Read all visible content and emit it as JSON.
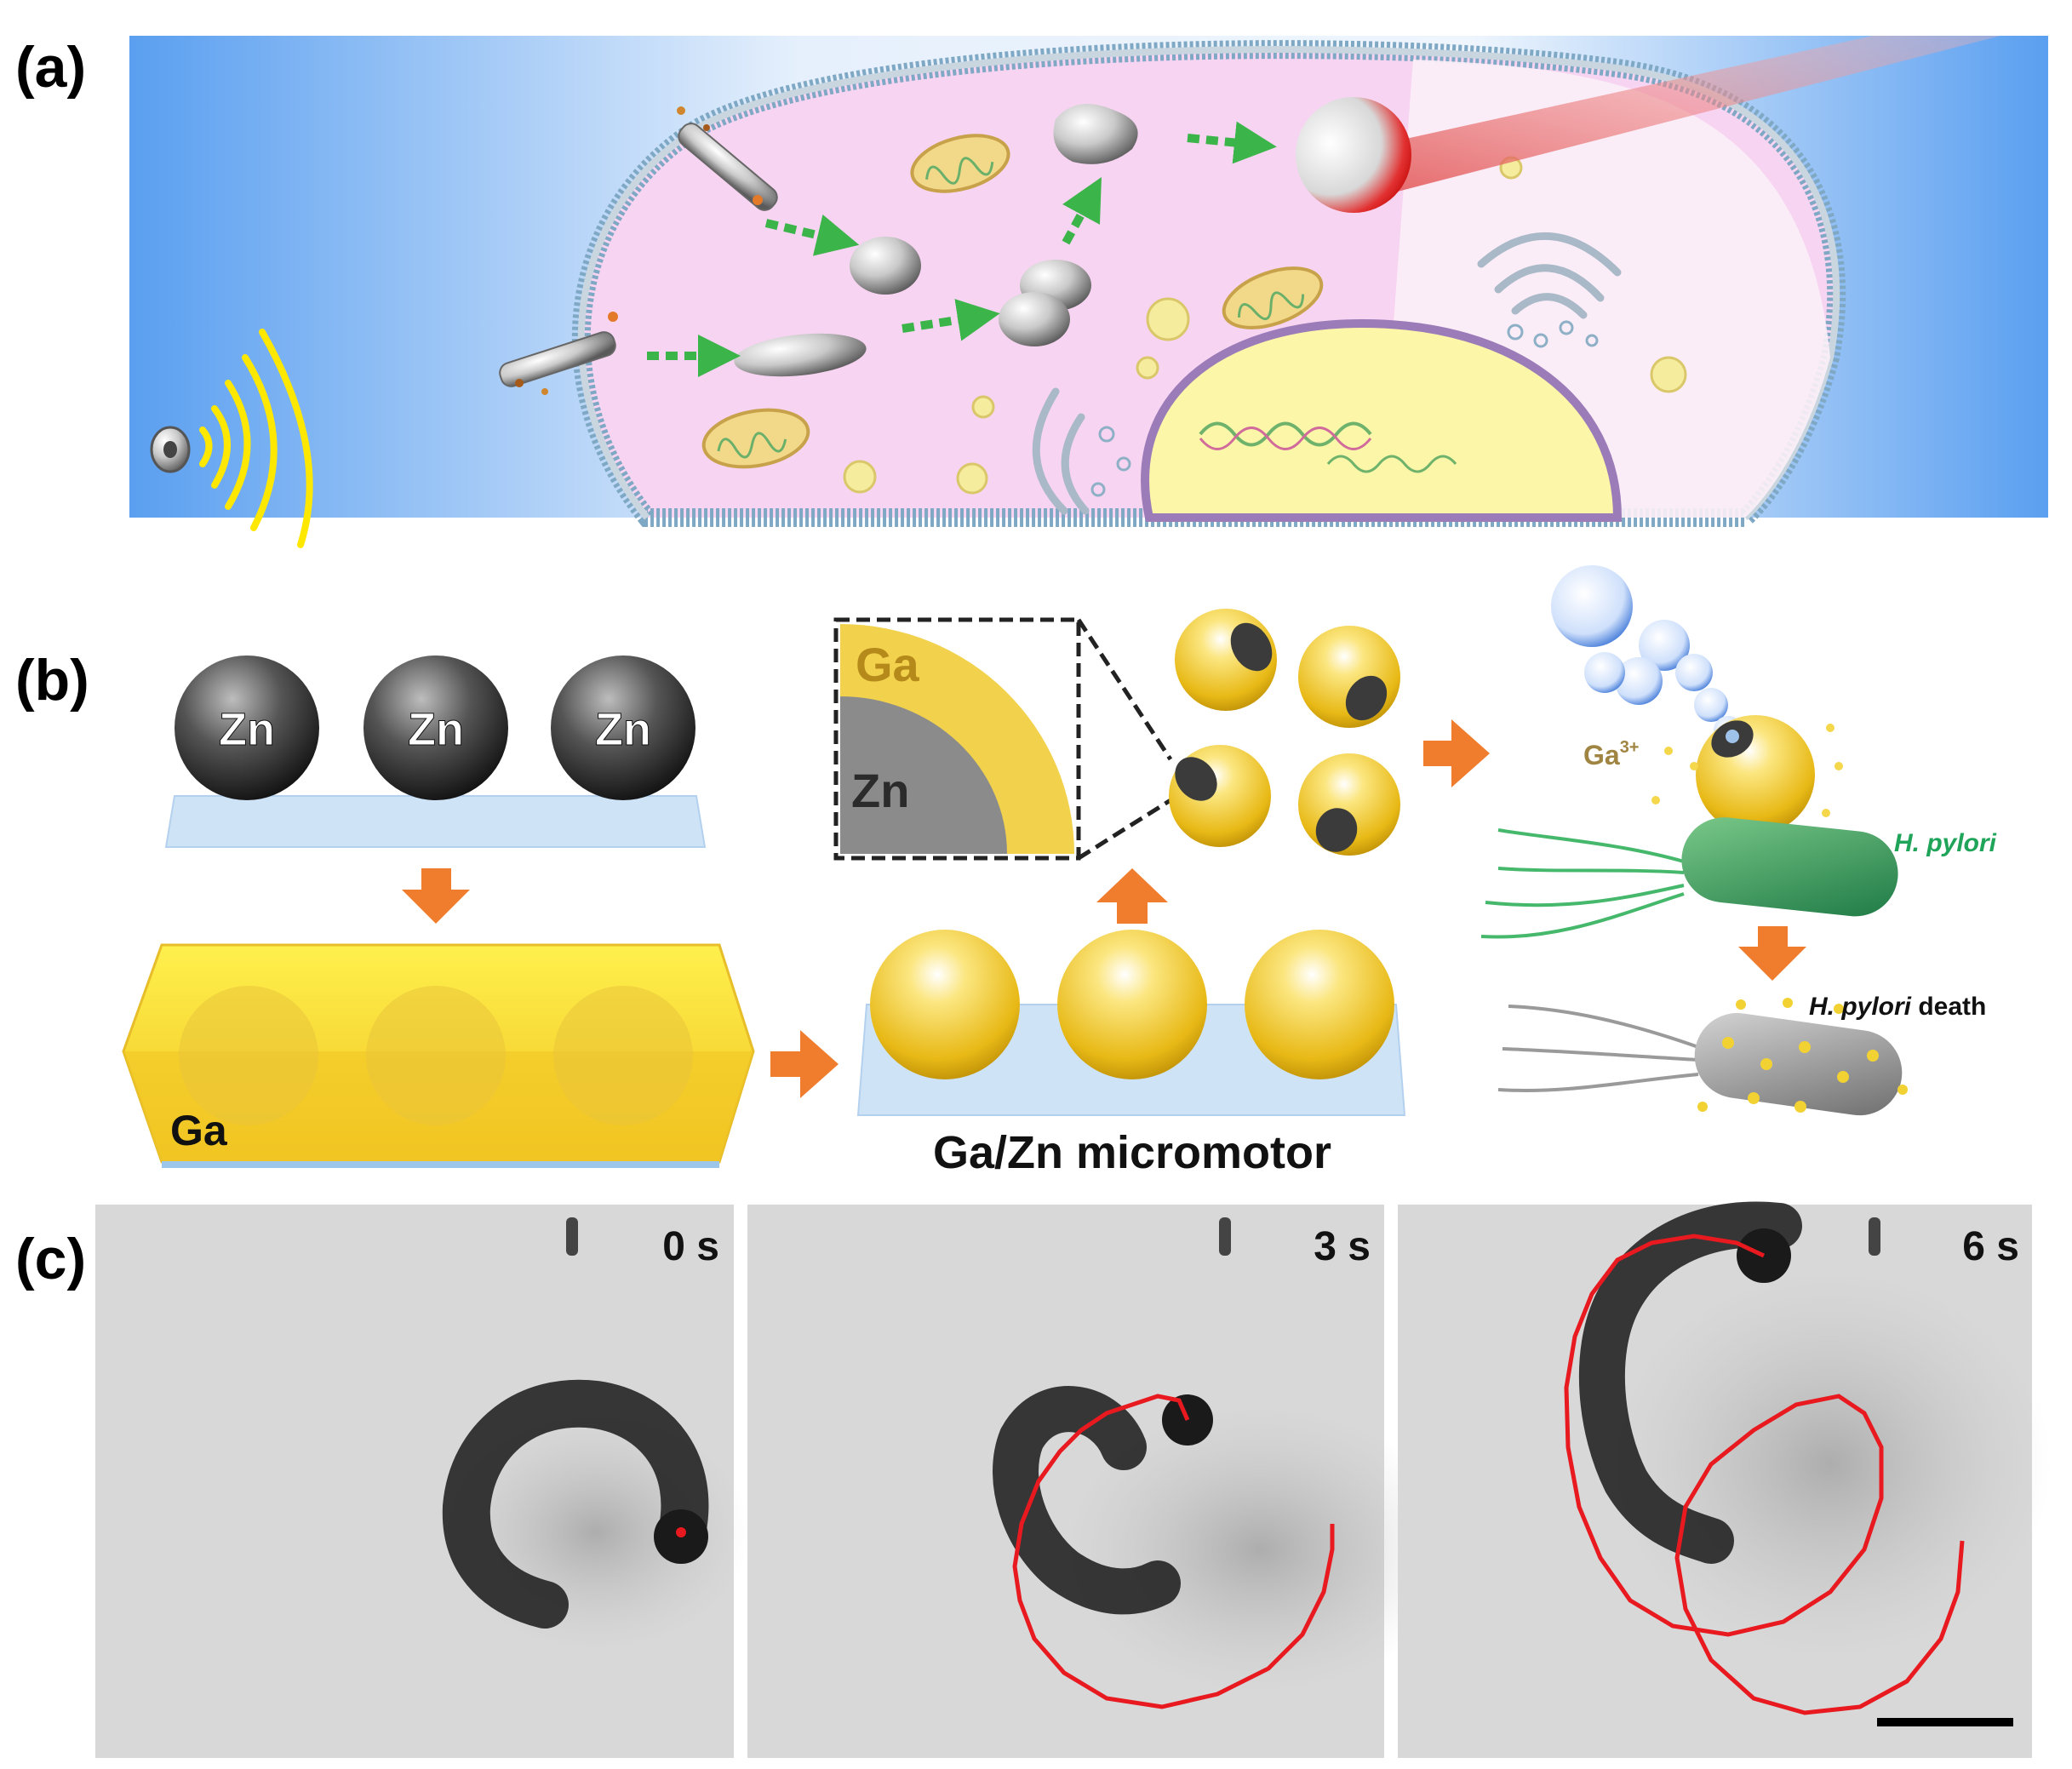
{
  "panels": {
    "a": {
      "label": "(a)"
    },
    "b": {
      "label": "(b)",
      "zn_sphere_label": "Zn",
      "ga_block_label": "Ga",
      "inset_ga_label": "Ga",
      "inset_zn_label": "Zn",
      "micromotor_caption": "Ga/Zn micromotor",
      "ion_label": "Ga",
      "ion_charge": "3+",
      "bacteria_label": "H. pylori",
      "death_species": "H. pylori",
      "death_suffix": " death"
    },
    "c": {
      "label": "(c)",
      "frames": [
        {
          "time": "0 s"
        },
        {
          "time": "3 s"
        },
        {
          "time": "6 s"
        }
      ]
    }
  },
  "colors": {
    "gallium": "#f2cf2c",
    "zinc": "#3b3b3b",
    "arrow_orange": "#f07d2e",
    "arrow_green": "#3bb54a",
    "trajectory_red": "#e8191f",
    "bacteria_green": "#2f9a5a",
    "bacteria_dead": "#8a8a8a"
  }
}
